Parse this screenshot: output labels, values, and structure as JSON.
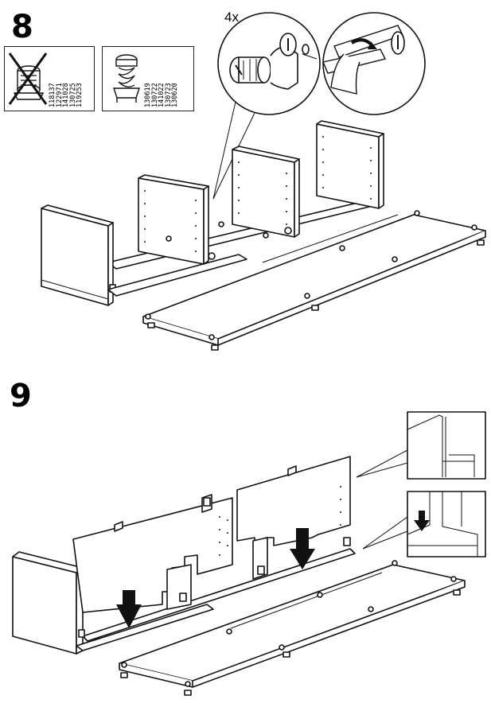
{
  "steps": {
    "step8": {
      "number": "8",
      "quantity": "4x"
    },
    "step9": {
      "number": "9"
    }
  },
  "parts": {
    "old_cam_lock": {
      "icon": "crossed-out-cam-lock-icon",
      "numbers": "118137\n122971\n141028\n130725\n119253"
    },
    "new_cam_lock": {
      "icon": "cam-lock-icon",
      "numbers": "130619\n130722\n141022\n130723\n130620"
    }
  },
  "colors": {
    "line": "#111111",
    "background": "#ffffff"
  }
}
